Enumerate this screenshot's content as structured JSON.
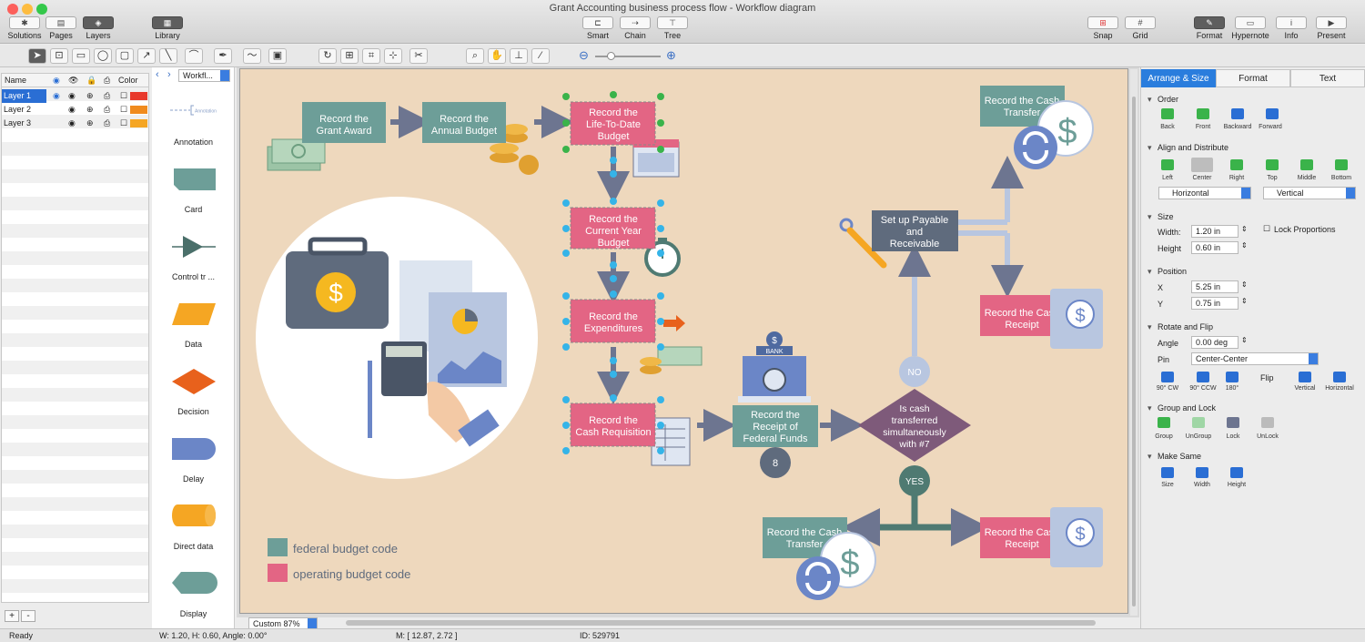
{
  "window": {
    "title": "Grant Accounting business process flow - Workflow diagram"
  },
  "toolbar": {
    "left": [
      {
        "label": "Solutions",
        "icon": "solutions-icon"
      },
      {
        "label": "Pages",
        "icon": "pages-icon"
      },
      {
        "label": "Layers",
        "icon": "layers-icon"
      }
    ],
    "library": "Library",
    "center": [
      {
        "label": "Smart",
        "icon": "smart-connector-icon"
      },
      {
        "label": "Chain",
        "icon": "chain-icon"
      },
      {
        "label": "Tree",
        "icon": "tree-icon"
      }
    ],
    "snap": "Snap",
    "grid": "Grid",
    "right": [
      {
        "label": "Format",
        "icon": "format-icon"
      },
      {
        "label": "Hypernote",
        "icon": "hypernote-icon"
      },
      {
        "label": "Info",
        "icon": "info-icon"
      },
      {
        "label": "Present",
        "icon": "present-icon"
      }
    ]
  },
  "layers": {
    "header": {
      "name": "Name",
      "color": "Color"
    },
    "rows": [
      {
        "name": "Layer 1",
        "color": "#e8392c",
        "selected": true
      },
      {
        "name": "Layer 2",
        "color": "#f08b1e",
        "selected": false
      },
      {
        "name": "Layer 3",
        "color": "#f5a623",
        "selected": false
      }
    ],
    "add": "+",
    "remove": "-"
  },
  "library": {
    "dropdown": "Workfl...",
    "items": [
      {
        "label": "Annotation",
        "shape_text": "Annotation"
      },
      {
        "label": "Card"
      },
      {
        "label": "Control tr ..."
      },
      {
        "label": "Data"
      },
      {
        "label": "Decision"
      },
      {
        "label": "Delay"
      },
      {
        "label": "Direct data"
      },
      {
        "label": "Display"
      }
    ]
  },
  "diagram": {
    "colors": {
      "teal": "#6d9e98",
      "pink": "#e36584",
      "slate": "#6d7590",
      "purple": "#7e5a7a",
      "darkteal": "#4f7a72",
      "bg": "#eed8bd"
    },
    "nodes": {
      "grant_award": "Record the Grant Award",
      "annual_budget": "Record the Annual Budget",
      "ltd_budget": "Record the Life-To-Date Budget",
      "cy_budget": "Record the Current Year Budget",
      "expenditures": "Record the Expenditures",
      "cash_req": "Record the Cash Requisition",
      "receipt_fed": "Record the Receipt of Federal Funds",
      "decision": "Is cash transferred simultaneously with #7",
      "payable": "Set up Payable and Receivable",
      "cash_transfer_top": "Record the Cash Transfer",
      "cash_receipt_top": "Record the Cash Receipt",
      "cash_transfer_bottom": "Record the Cash Transfer",
      "cash_receipt_bottom": "Record the Cash Receipt"
    },
    "badges": {
      "no": "NO",
      "yes": "YES",
      "eight": "8",
      "bank": "BANK",
      "dollar": "$"
    },
    "legend": [
      {
        "label": "federal budget code",
        "color": "#6d9e98"
      },
      {
        "label": "operating budget code",
        "color": "#e36584"
      }
    ]
  },
  "inspector": {
    "tabs": [
      "Arrange & Size",
      "Format",
      "Text"
    ],
    "order": {
      "title": "Order",
      "items": [
        "Back",
        "Front",
        "Backward",
        "Forward"
      ]
    },
    "align": {
      "title": "Align and Distribute",
      "items": [
        "Left",
        "Center",
        "Right",
        "Top",
        "Middle",
        "Bottom"
      ],
      "horizontal": "Horizontal",
      "vertical": "Vertical"
    },
    "size": {
      "title": "Size",
      "width_label": "Width:",
      "width": "1.20 in",
      "height_label": "Height",
      "height": "0.60 in",
      "lock": "Lock Proportions"
    },
    "position": {
      "title": "Position",
      "x_label": "X",
      "x": "5.25 in",
      "y_label": "Y",
      "y": "0.75 in"
    },
    "rotate": {
      "title": "Rotate and Flip",
      "angle_label": "Angle",
      "angle": "0.00 deg",
      "pin_label": "Pin",
      "pin": "Center-Center",
      "items": [
        "90° CW",
        "90° CCW",
        "180°"
      ],
      "flip": "Flip",
      "flip_items": [
        "Vertical",
        "Horizontal"
      ]
    },
    "group": {
      "title": "Group and Lock",
      "items": [
        "Group",
        "UnGroup",
        "Lock",
        "UnLock"
      ]
    },
    "same": {
      "title": "Make Same",
      "items": [
        "Size",
        "Width",
        "Height"
      ]
    }
  },
  "zoom": {
    "label": "Custom 87%"
  },
  "status": {
    "ready": "Ready",
    "dims": "W: 1.20,  H: 0.60,  Angle: 0.00°",
    "mouse": "M: [ 12.87, 2.72 ]",
    "id": "ID: 529791"
  }
}
